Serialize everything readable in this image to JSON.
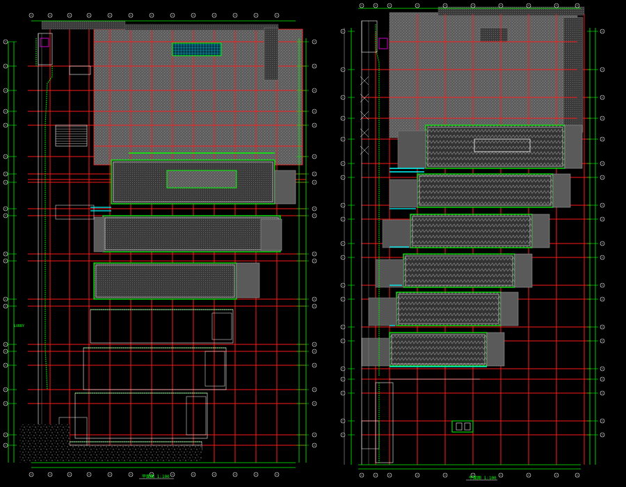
{
  "drawing": {
    "colors": {
      "background": "#000000",
      "grid_red": "#ff1a1a",
      "dim_green": "#00ff00",
      "wall_gray": "#6e6e6e",
      "hatch_dark": "#3c3c3c",
      "cyan": "#00ffff",
      "white": "#ffffff",
      "magenta": "#ff00ff"
    },
    "left_plan": {
      "caption": "平面图 1:100",
      "side_note": "LOBBY"
    },
    "right_plan": {
      "caption": "平面图 1:100"
    }
  }
}
